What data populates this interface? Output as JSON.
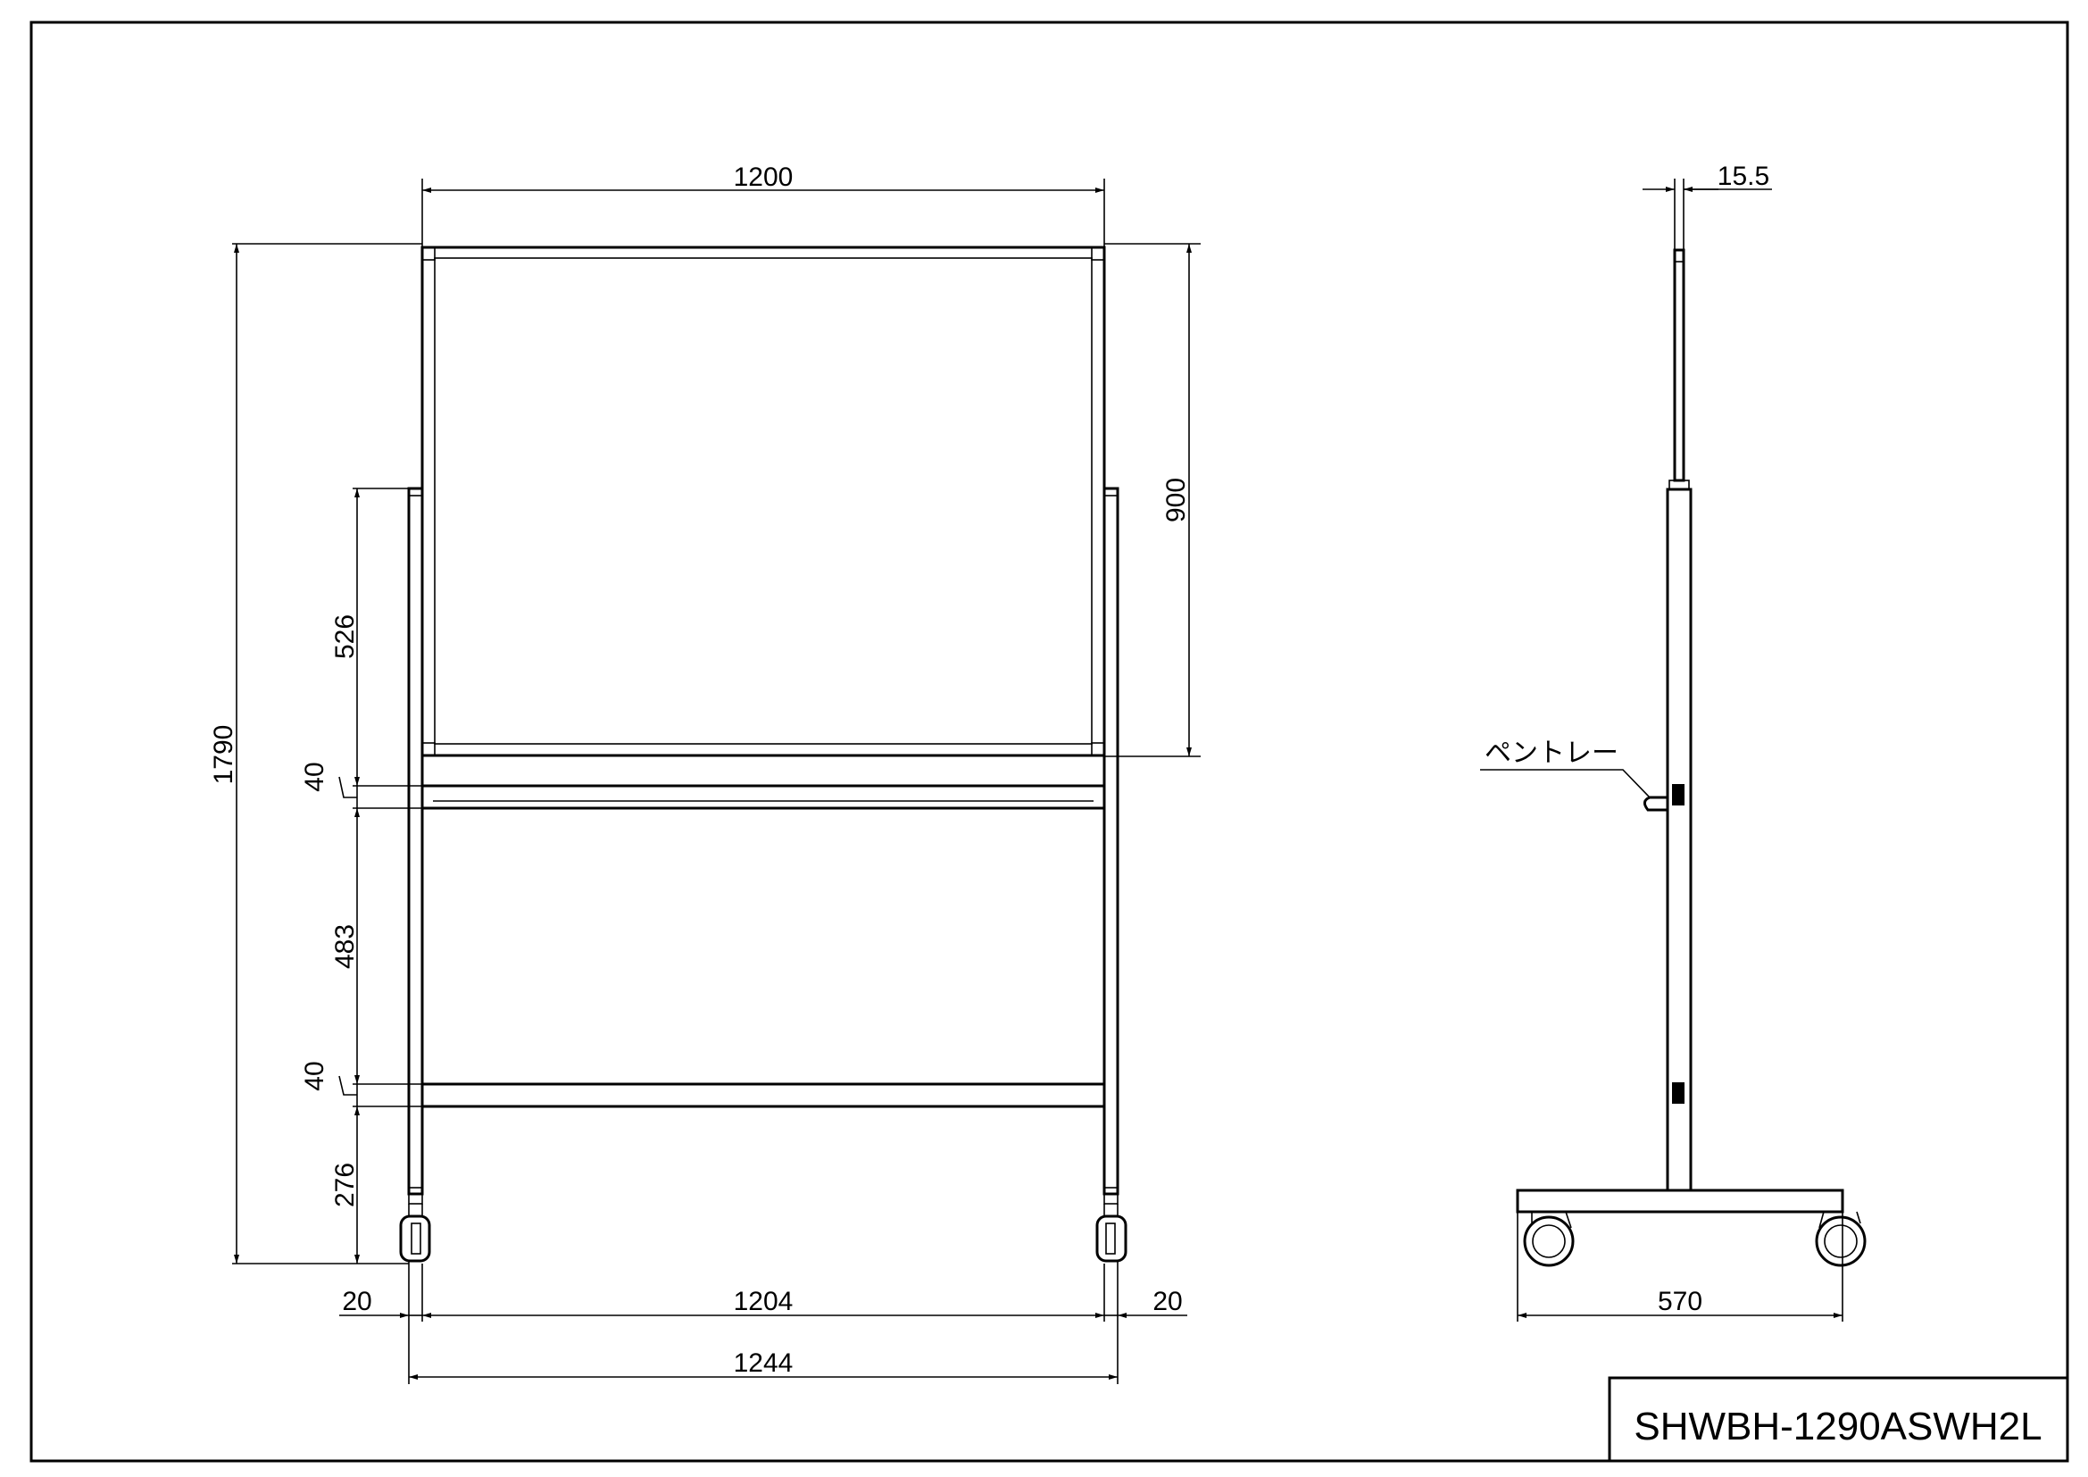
{
  "title_block": {
    "model": "SHWBH-1290ASWH2L"
  },
  "front_view": {
    "board_width": "1200",
    "board_height": "900",
    "total_height": "1790",
    "upper_gap": "526",
    "tray_height_upper": "40",
    "middle_gap": "483",
    "bar_height_lower": "40",
    "lower_gap": "276",
    "inner_width": "1204",
    "total_width": "1244",
    "leg_left": "20",
    "leg_right": "20"
  },
  "side_view": {
    "thickness": "15.5",
    "pen_tray_label": "ペントレー",
    "base_width": "570"
  }
}
